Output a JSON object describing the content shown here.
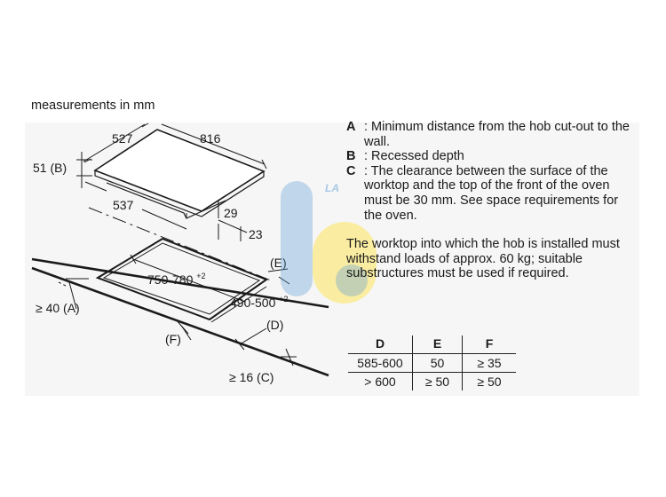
{
  "header": {
    "units_text": "measurements in mm"
  },
  "drawing": {
    "hob_width": "816",
    "hob_depth": "527",
    "label_B": "51 (B)",
    "frame_depth": "537",
    "dim_29": "29",
    "dim_23": "23",
    "cutout_width": "750-780",
    "cutout_width_tol": "+2",
    "cutout_depth": "490-500",
    "cutout_depth_tol": "+2",
    "label_A": "≥ 40 (A)",
    "label_C": "≥ 16 (C)",
    "label_D": "(D)",
    "label_E": "(E)",
    "label_F": "(F)"
  },
  "notes": {
    "items": [
      {
        "key": "A",
        "text": ": Minimum distance from the hob cut-out to the wall."
      },
      {
        "key": "B",
        "text": ": Recessed depth"
      },
      {
        "key": "C",
        "text": ": The clearance between the surface of the worktop and the top of the front of the oven must be 30 mm. See space requirements for the oven."
      }
    ],
    "paragraph": "The worktop into which the hob is installed must withstand loads of approx. 60 kg; suitable substructures must be used if required."
  },
  "table": {
    "headers": [
      "D",
      "E",
      "F"
    ],
    "rows": [
      [
        "585-600",
        "50",
        "≥ 35"
      ],
      [
        "> 600",
        "≥ 50",
        "≥ 50"
      ]
    ]
  },
  "watermark": {
    "text": "LA",
    "colors": [
      "#5b9bd5",
      "#ffe23b"
    ]
  }
}
